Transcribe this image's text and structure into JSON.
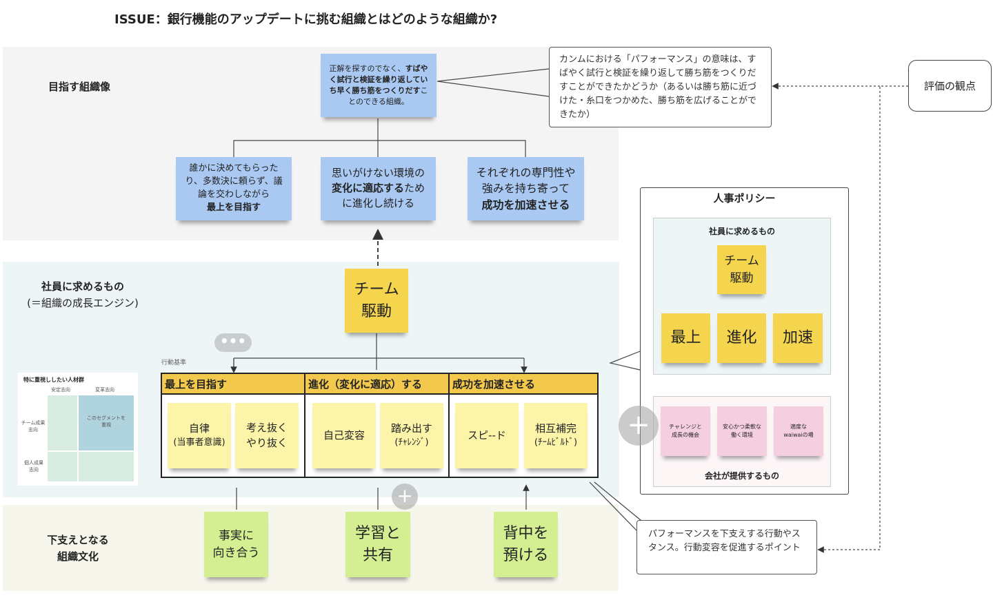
{
  "title": "ISSUE：銀行機能のアップデートに挑む組織とはどのような組織か?",
  "sections": {
    "vision": "目指す組織像",
    "engine_line1": "社員に求めるもの",
    "engine_line2": "(＝組織の成長エンジン)",
    "culture_line1": "下支えとなる",
    "culture_line2": "組織文化"
  },
  "vision_sticky": {
    "pre": "正解を探すのでなく、",
    "bold": "すばやく試行と検証を繰り返していち早く勝ち筋をつくりだす",
    "post": "ことのできる組織。"
  },
  "performance_callout": "カンムにおける「パフォーマンス」の意味は、すばやく試行と検証を繰り返して勝ち筋をつくりだすことができたかどうか（あるいは勝ち筋に近づけた・糸口をつかめた、勝ち筋を広げることができたか）",
  "evaluation_box": "評価の観点",
  "goals": [
    {
      "pre": "誰かに決めてもらったり、多数決に頼らず、議論を交わしながら",
      "bold": "最上を目指す",
      "post": ""
    },
    {
      "pre": "思いがけない環境の",
      "bold": "変化に適応する",
      "post": "ために進化し続ける"
    },
    {
      "pre": "それぞれの専門性や強みを持ち寄って",
      "bold": "成功を加速させる",
      "post": ""
    }
  ],
  "team_sticky": {
    "line1": "チーム",
    "line2": "駆動"
  },
  "behavior_label": "行動基準",
  "table": {
    "columns": [
      {
        "header": "最上を目指す",
        "notes": [
          {
            "l1": "自律",
            "l2": "(当事者意識)"
          },
          {
            "l1": "考え抜く",
            "l2": "やり抜く"
          }
        ]
      },
      {
        "header": "進化（変化に適応）する",
        "notes": [
          {
            "l1": "自己変容",
            "l2": ""
          },
          {
            "l1": "踏み出す",
            "l2": "(ﾁｬﾚﾝｼﾞ)"
          }
        ]
      },
      {
        "header": "成功を加速させる",
        "notes": [
          {
            "l1": "スピ--ド",
            "l2": ""
          },
          {
            "l1": "相互補完",
            "l2": "(ﾁｰﾑﾋﾞﾙﾄﾞ)"
          }
        ]
      }
    ]
  },
  "matrix": {
    "title": "特に重視ししたい人材群",
    "col_labels": [
      "安定志向",
      "変革志向"
    ],
    "row_labels": [
      "チーム成果志向",
      "個人成果志向"
    ],
    "highlight": "このセグメントを重視"
  },
  "culture": [
    {
      "l1": "事実に",
      "l2": "向き合う"
    },
    {
      "l1": "学習と",
      "l2": "共有"
    },
    {
      "l1": "背中を",
      "l2": "預ける"
    }
  ],
  "culture_callout": "パフォーマンスを下支えする行動やスタンス。行動変容を促進するポイント",
  "hr_policy": {
    "title": "人事ポリシー",
    "employee_title": "社員に求めるもの",
    "center": {
      "l1": "チーム",
      "l2": "駆動"
    },
    "values": [
      "最上",
      "進化",
      "加速"
    ],
    "company_title": "会社が提供するもの",
    "offers": [
      {
        "l1": "チャレンジと",
        "l2": "成長の機会"
      },
      {
        "l1": "安心かつ柔軟な",
        "l2": "働く環境"
      },
      {
        "l1": "適度な",
        "l2": "waiwaiの場"
      }
    ]
  },
  "colors": {
    "blue_sticky": "#aac9f2",
    "yellow": "#f6d54e",
    "light_yellow": "#fbf4a9",
    "green": "#d3ef92",
    "pink": "#f5cfdf",
    "header": "#f2c94c"
  }
}
